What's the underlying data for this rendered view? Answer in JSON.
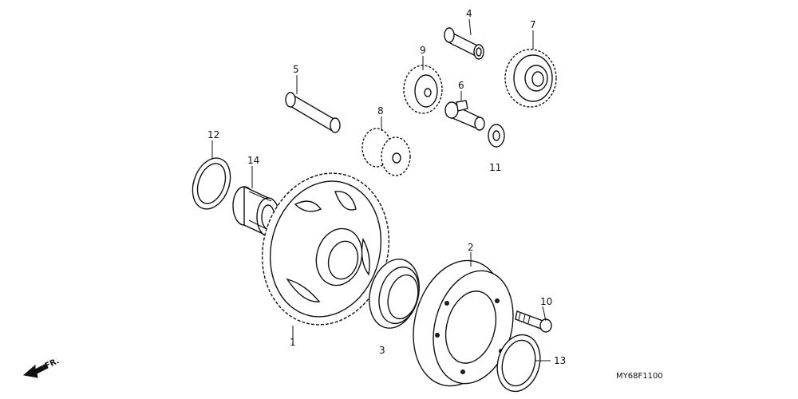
{
  "diagram": {
    "callouts": [
      {
        "id": "1",
        "label": "1"
      },
      {
        "id": "2",
        "label": "2"
      },
      {
        "id": "3",
        "label": "3"
      },
      {
        "id": "4",
        "label": "4"
      },
      {
        "id": "5",
        "label": "5"
      },
      {
        "id": "6",
        "label": "6"
      },
      {
        "id": "7",
        "label": "7"
      },
      {
        "id": "8",
        "label": "8"
      },
      {
        "id": "9",
        "label": "9"
      },
      {
        "id": "10",
        "label": "10"
      },
      {
        "id": "11",
        "label": "11"
      },
      {
        "id": "12",
        "label": "12"
      },
      {
        "id": "13",
        "label": "13"
      },
      {
        "id": "14",
        "label": "14"
      }
    ],
    "direction_label": "FR.",
    "drawing_code": "MY68F1100"
  }
}
